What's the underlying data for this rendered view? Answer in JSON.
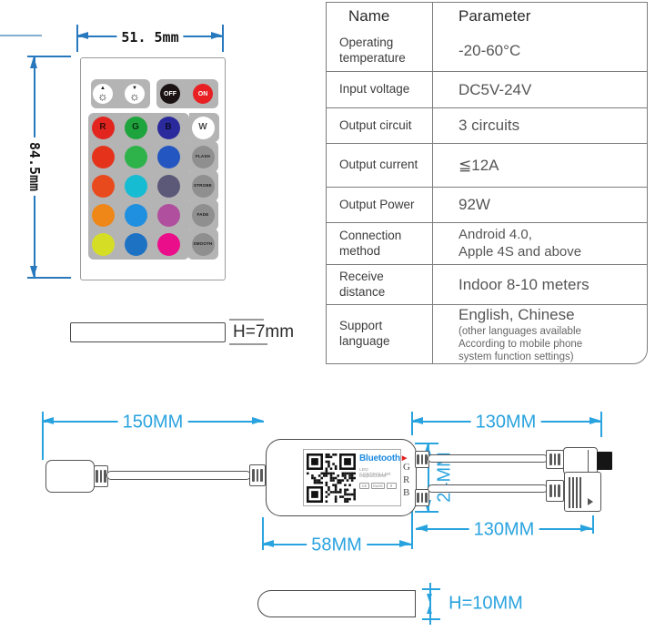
{
  "colors": {
    "dim_blue_dark": "#2878be",
    "dim_blue_light": "#29a3df",
    "accent_blue": "#1e8be0",
    "accent_red": "#e82023",
    "pad_gray": "#b4b4b4"
  },
  "remote": {
    "dim_width_label": "51. 5mm",
    "dim_height_label": "84.5mm",
    "side_height_label": "H=7mm",
    "brightness_buttons": [
      {
        "icon": "brightness-up-icon",
        "glyph": "☼",
        "arrow": "▲"
      },
      {
        "icon": "brightness-down-icon",
        "glyph": "☼",
        "arrow": "▼"
      }
    ],
    "power_buttons": [
      {
        "label": "OFF",
        "bg": "#1b1213",
        "fg": "#ffffff"
      },
      {
        "label": "ON",
        "bg": "#e82023",
        "fg": "#ffffff"
      }
    ],
    "keys": [
      {
        "color": "#e2251f",
        "label": "R"
      },
      {
        "color": "#1ea43c",
        "label": "G"
      },
      {
        "color": "#2a2a9c",
        "label": "B"
      },
      {
        "color": "#ffffff",
        "label": "W"
      },
      {
        "color": "#e5331b"
      },
      {
        "color": "#2eb34a"
      },
      {
        "color": "#2356c0"
      },
      {
        "color": "#8f8f8f",
        "label": "FLASH",
        "mode": true
      },
      {
        "color": "#e94a1d"
      },
      {
        "color": "#16bcd2"
      },
      {
        "color": "#5b5878"
      },
      {
        "color": "#8f8f8f",
        "label": "STROBE",
        "mode": true
      },
      {
        "color": "#ef8618"
      },
      {
        "color": "#1f8fdf"
      },
      {
        "color": "#b04f9d"
      },
      {
        "color": "#8f8f8f",
        "label": "FADE",
        "mode": true
      },
      {
        "color": "#d5de25"
      },
      {
        "color": "#1d72c4"
      },
      {
        "color": "#ea0e8b"
      },
      {
        "color": "#8f8f8f",
        "label": "SMOOTH",
        "mode": true
      }
    ]
  },
  "spec_table": {
    "headers": [
      "Name",
      "Parameter"
    ],
    "rows": [
      {
        "name": "Operating temperature",
        "param": [
          "-20-60°C"
        ]
      },
      {
        "name": "Input voltage",
        "param": [
          "DC5V-24V"
        ]
      },
      {
        "name": "Output circuit",
        "param": [
          "3 circuits"
        ]
      },
      {
        "name": "Output current",
        "param": [
          "≦12A"
        ]
      },
      {
        "name": "Output Power",
        "param": [
          "92W"
        ]
      },
      {
        "name": "Connection method",
        "param": [
          "Android 4.0,",
          "Apple 4S and above"
        ]
      },
      {
        "name": "Receive distance",
        "param": [
          "Indoor 8-10 meters"
        ]
      },
      {
        "name": "Support language",
        "param": [
          "English, Chinese"
        ],
        "note": [
          "(other languages available",
          "According to mobile phone",
          "system function settings)"
        ]
      }
    ]
  },
  "diagram": {
    "dims": {
      "left_cable": "150MM",
      "right_top_cable": "130MM",
      "right_bottom_cable": "130MM",
      "body_width": "58MM",
      "output_spread": "24MM",
      "body_height": "H=10MM"
    },
    "label": {
      "title": "Bluetooth",
      "subtitle": "LED CONTROLLER",
      "output": "Output≤192W",
      "certs": [
        "CE",
        "RoHS",
        "✗"
      ]
    },
    "channels": [
      "G",
      "R",
      "B"
    ],
    "play_icon": "▶"
  }
}
